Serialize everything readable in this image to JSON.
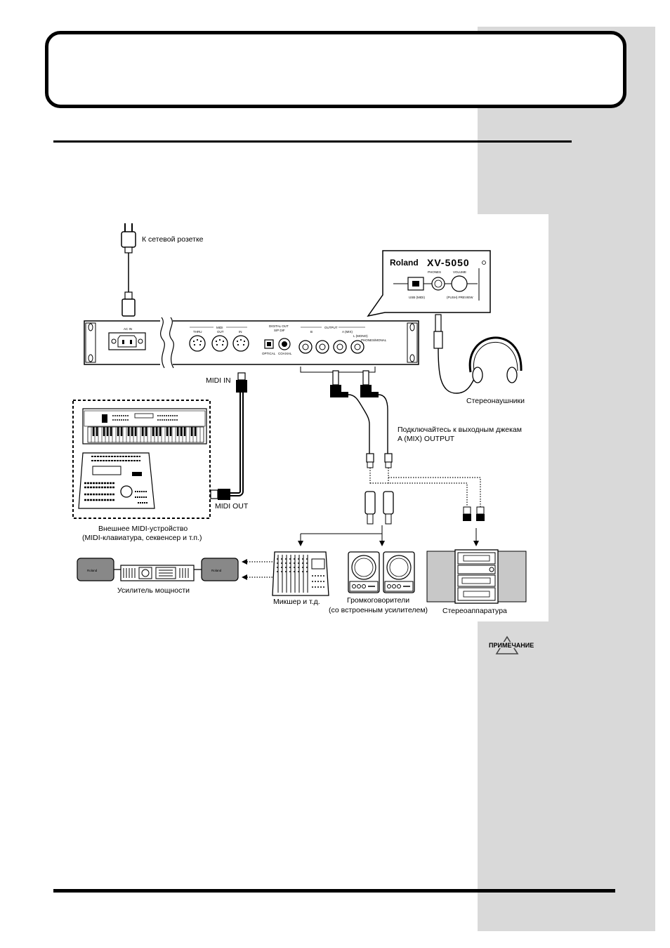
{
  "labels": {
    "power_outlet": "К сетевой розетке",
    "midi_in": "MIDI IN",
    "midi_out": "MIDI OUT",
    "headphones": "Стереонаушники",
    "connect_line1": "Подключайтесь к выходным джекам",
    "connect_line2": "A (MIX) OUTPUT",
    "ext_midi_line1": "Внешнее MIDI-устройство",
    "ext_midi_line2": "(MIDI-клавиатура, секвенсер и т.п.)",
    "power_amp": "Усилитель мощности",
    "mixer": "Микшер и т.д.",
    "speakers_line1": "Громкоговорители",
    "speakers_line2": "(со встроенным усилителем)",
    "stereo": "Стереоаппаратура",
    "note": "ПРИМЕЧАНИЕ"
  },
  "front_panel": {
    "brand": "Roland",
    "model": "XV-5050",
    "phones": "PHONES",
    "volume": "VOLUME",
    "usb": "USB (MIDI)",
    "push_preview": "(PUSH) PREVIEW"
  },
  "rear_panel": {
    "ac_in": "AC IN",
    "midi": "MIDI",
    "thru": "THRU",
    "out": "OUT",
    "in": "IN",
    "digital_out": "DIGITAL OUT",
    "spdif": "S/P DIF",
    "optical": "OPTICAL",
    "coaxial": "COAXIAL",
    "output": "OUTPUT",
    "b": "B",
    "a_mix": "A (MIX)",
    "l_mono": "L (MONO)",
    "phones_mono": "PHONES/MONAL"
  },
  "speaker_brand": "Roland"
}
